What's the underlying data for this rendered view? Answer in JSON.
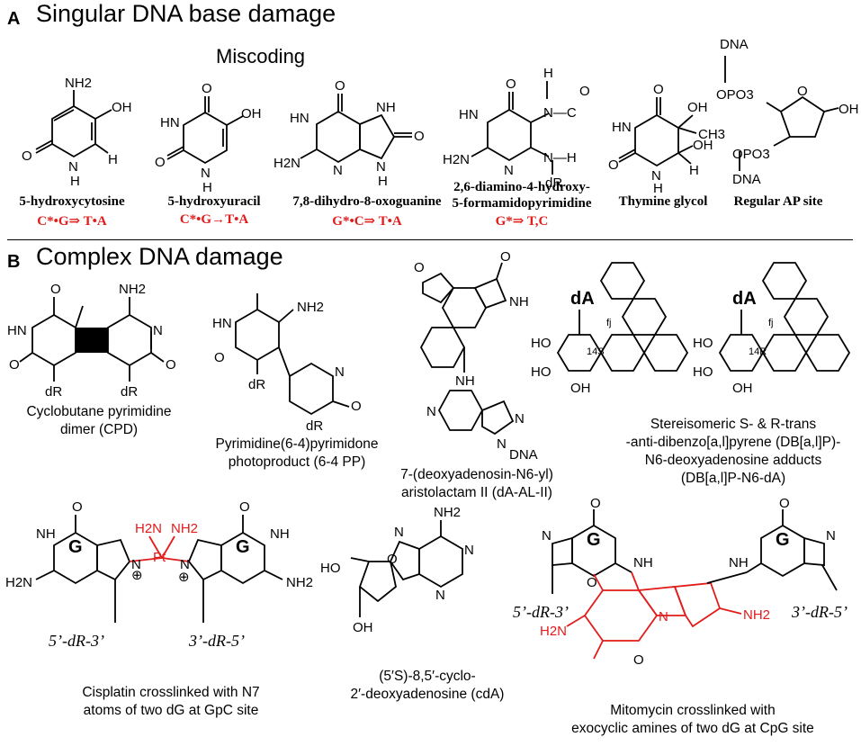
{
  "panel_a": {
    "letter": "A",
    "title": "Singular DNA base damage",
    "subtitle": "Miscoding",
    "structures": [
      {
        "name": "5-hydroxycytosine",
        "mutation": "C*•G⇒ T•A"
      },
      {
        "name": "5-hydroxyuracil",
        "mutation": "C*•G→T•A"
      },
      {
        "name": "7,8-dihydro-8-oxoguanine",
        "mutation": "G*•C⇒ T•A"
      },
      {
        "name": "2,6-diamino-4-hydroxy-",
        "name2": "5-formamidopyrimidine",
        "mutation": "G*⇒ T,C"
      },
      {
        "name": "Thymine glycol"
      },
      {
        "name": "Regular AP site"
      }
    ]
  },
  "panel_b": {
    "letter": "B",
    "title": "Complex DNA damage",
    "structures": [
      {
        "caption_lines": [
          "Cyclobutane pyrimidine",
          "dimer (CPD)"
        ]
      },
      {
        "caption_lines": [
          "Pyrimidine(6-4)pyrimidone",
          "photoproduct (6-4 PP)"
        ]
      },
      {
        "caption_lines": [
          "7-(deoxyadenosin-N6-yl)",
          "aristolactam II (dA-AL-II)"
        ]
      },
      {
        "caption_lines": [
          "Stereisomeric S- & R-trans",
          "-anti-dibenzo[a,l]pyrene (DB[a,l]P)-",
          "N6-deoxyadenosine adducts",
          "(DB[a,l]P-N6-dA)"
        ]
      },
      {
        "caption_lines": [
          "Cisplatin crosslinked with N7",
          "atoms of two dG at GpC site"
        ]
      },
      {
        "caption_lines": [
          "(5′S)-8,5′-cyclo-",
          "2′-deoxyadenosine (cdA)"
        ]
      },
      {
        "caption_lines": [
          "Mitomycin crosslinked with",
          "exocyclic amines of two dG at CpG site"
        ]
      }
    ]
  },
  "atoms": {
    "nh2": "NH2",
    "nh": "NH",
    "hn": "HN",
    "n": "N",
    "h": "H",
    "o": "O",
    "oh": "OH",
    "ho": "HO",
    "ch3": "CH3",
    "dr": "dR",
    "dna": "DNA",
    "opo3": "OPO3",
    "h2n": "H2N",
    "g": "G",
    "pt": "Pt",
    "da": "dA",
    "s14": "14S",
    "r14": "14R",
    "fj": "fj",
    "n_h": "N—H",
    "n_c": "N—C",
    "plus": "⊕",
    "dr53": "5’-dR-3’",
    "dr35": "3’-dR-5’",
    "n_dna": "N",
    "dna_sub": "DNA"
  }
}
